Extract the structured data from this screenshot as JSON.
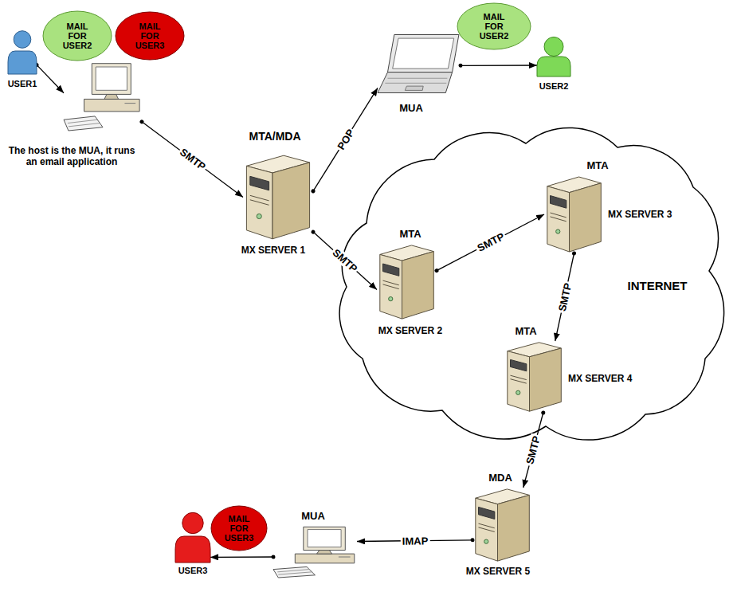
{
  "diagram": {
    "nodes": [
      {
        "text": [
          "USER1"
        ]
      },
      {
        "text": [
          "MAIL FOR USER2"
        ]
      },
      {
        "text": [
          "MAIL FOR USER3"
        ]
      },
      {
        "text": [
          "The host is the MUA, it runs an email application"
        ]
      },
      {
        "text": [
          "MTA/MDA",
          "MX SERVER 1"
        ]
      },
      {
        "text": [
          "MUA"
        ]
      },
      {
        "text": [
          "MAIL FOR USER2"
        ]
      },
      {
        "text": [
          "USER2"
        ]
      },
      {
        "text": [
          "INTERNET"
        ]
      },
      {
        "text": [
          "MTA",
          "MX SERVER 2"
        ],
        "in": 8
      },
      {
        "text": [
          "MTA",
          "MX SERVER 3"
        ],
        "in": 8
      },
      {
        "text": [
          "MTA",
          "MX SERVER 4"
        ],
        "in": 8
      },
      {
        "text": [
          "MDA",
          "MX SERVER 5"
        ]
      },
      {
        "text": [
          "MUA"
        ]
      },
      {
        "text": [
          "MAIL FOR USER3"
        ]
      },
      {
        "text": [
          "USER3"
        ]
      }
    ],
    "edges": [
      {
        "from": 0,
        "to": 3,
        "arrow": "to"
      },
      {
        "from": 3,
        "to": 4,
        "label": "SMTP",
        "arrow": "to"
      },
      {
        "from": 4,
        "to": 5,
        "label": "POP",
        "arrow": "to"
      },
      {
        "from": 5,
        "to": 7,
        "arrow": "to"
      },
      {
        "from": 4,
        "to": 9,
        "label": "SMTP",
        "arrow": "to"
      },
      {
        "from": 9,
        "to": 10,
        "label": "SMTP",
        "arrow": "to"
      },
      {
        "from": 10,
        "to": 11,
        "label": "SMTP",
        "arrow": "to"
      },
      {
        "from": 11,
        "to": 12,
        "label": "SMTP",
        "arrow": "to"
      },
      {
        "from": 12,
        "to": 13,
        "label": "IMAP",
        "arrow": "to"
      },
      {
        "from": 13,
        "to": 15,
        "arrow": "to"
      }
    ]
  }
}
